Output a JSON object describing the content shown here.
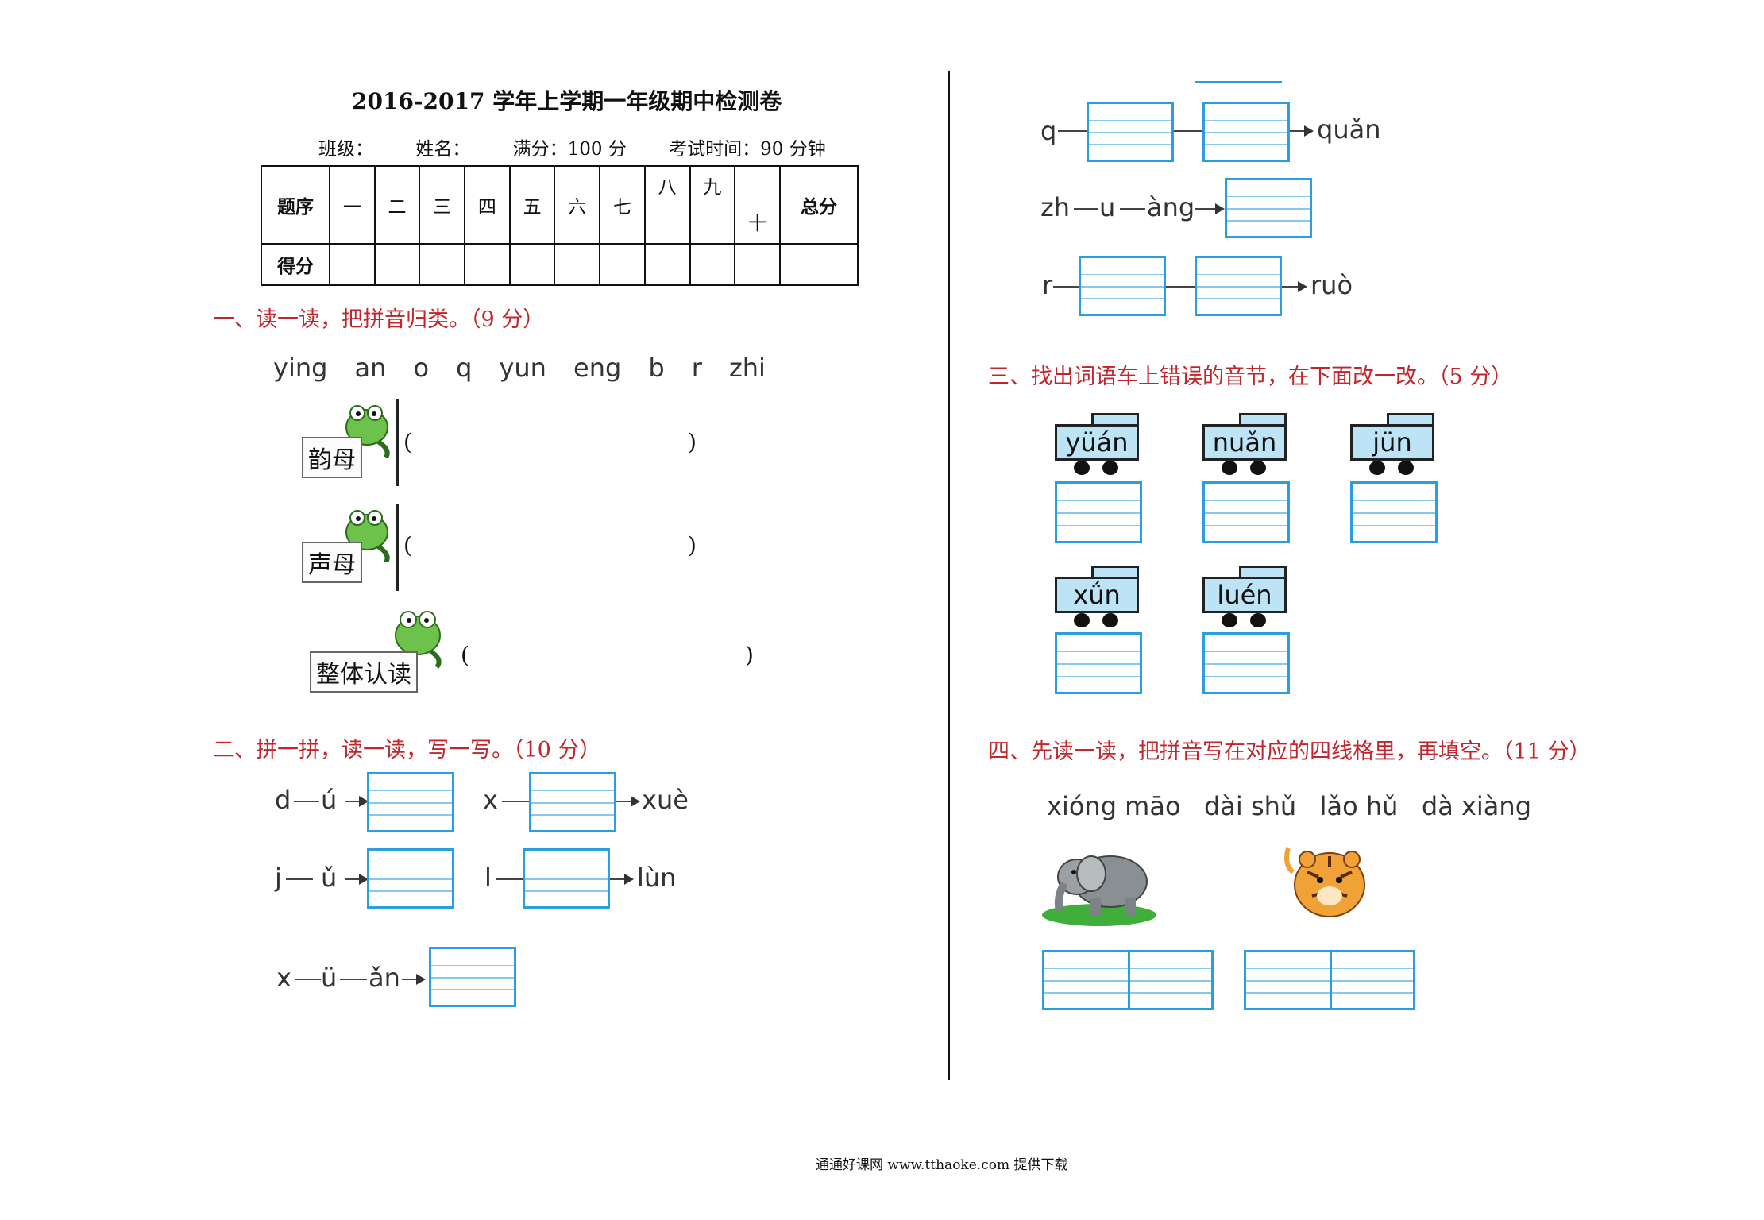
{
  "header": {
    "title": "2016-2017 学年上学期一年级期中检测卷",
    "fields": [
      "班级：",
      "姓名：",
      "满分：100 分",
      "考试时间：90 分钟"
    ]
  },
  "score_table": {
    "row1_label": "题序",
    "cols": [
      "一",
      "二",
      "三",
      "四",
      "五",
      "六",
      "七",
      "八",
      "九",
      "十"
    ],
    "total_label": "总分",
    "row2_label": "得分"
  },
  "section1": {
    "title": "一、读一读，把拼音归类。（9 分）",
    "pinyin": [
      "ying",
      "an",
      "o",
      "q",
      "yun",
      "eng",
      "b",
      "r",
      "zhi"
    ],
    "cards": [
      "韵母",
      "声母",
      "整体认读"
    ],
    "open_paren": "(",
    "close_paren": ")"
  },
  "section2": {
    "title": "二、拼一拼，读一读，写一写。（10 分）",
    "items": [
      {
        "parts": [
          "d",
          "ú"
        ]
      },
      {
        "parts": [
          "x"
        ],
        "result": "xuè"
      },
      {
        "parts": [
          "j",
          "ǔ"
        ]
      },
      {
        "parts": [
          "l"
        ],
        "result": "lùn"
      },
      {
        "parts": [
          "x",
          "ü",
          "ǎn"
        ]
      }
    ]
  },
  "section2_right": {
    "items": [
      {
        "parts": [
          "q"
        ],
        "result": "quǎn"
      },
      {
        "parts": [
          "zh",
          "u",
          "àng"
        ]
      },
      {
        "parts": [
          "r"
        ],
        "result": "ruò"
      }
    ]
  },
  "section3": {
    "title": "三、找出词语车上错误的音节，在下面改一改。（5 分）",
    "trains": [
      "yüán",
      "nuǎn",
      "jün",
      "xǘn",
      "luén"
    ]
  },
  "section4": {
    "title": "四、先读一读，把拼音写在对应的四线格里，再填空。（11 分）",
    "words": [
      "xióng māo",
      "dài shǔ",
      "lǎo hǔ",
      "dà xiàng"
    ],
    "images": [
      "elephant-image",
      "tiger-image"
    ]
  },
  "footer": {
    "text": "通通好课网  www.tthaoke.com  提供下载"
  }
}
